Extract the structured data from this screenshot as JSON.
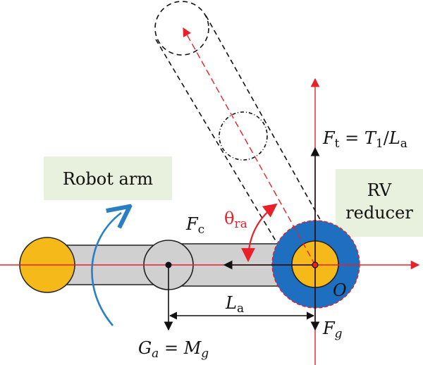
{
  "labels": {
    "robot_arm": "Robot arm",
    "rv_reducer_line1": "RV",
    "rv_reducer_line2": "reducer",
    "fc_main": "F",
    "fc_sub": "c",
    "theta_main": "θ",
    "theta_sub": "ra",
    "ft_main": "F",
    "ft_sub": "t",
    "ft_eq": " = ",
    "ft_t": "T",
    "ft_t_sub": "1",
    "ft_slash": "/",
    "ft_l": "L",
    "ft_l_sub": "a",
    "origin": "O",
    "la_main": "L",
    "la_sub": "a",
    "fg_main": "F",
    "fg_sub": "g",
    "ga_main": "G",
    "ga_sub": "a",
    "ga_eq": " = ",
    "ga_m": "M",
    "ga_m_sub": "g"
  },
  "colors": {
    "axis_red": "#e8202a",
    "arm_gray": "#d0d0d0",
    "joint_yellow": "#f5b91a",
    "reducer_blue": "#1f6fc0",
    "rotation_arrow_blue": "#2a7fc4",
    "label_box_green": "#e8f0de",
    "outline": "#222222"
  }
}
